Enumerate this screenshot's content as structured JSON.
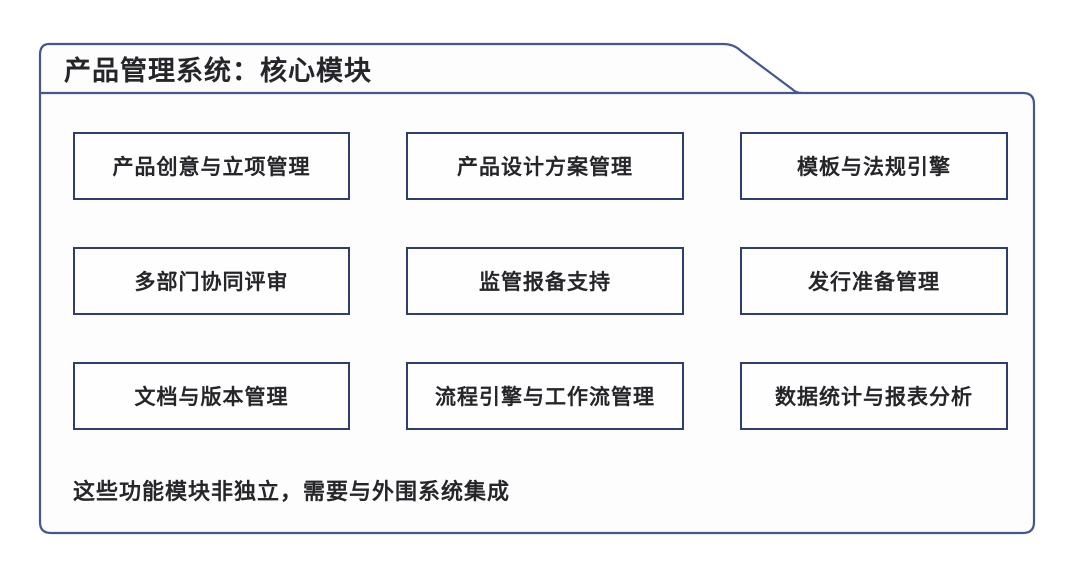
{
  "diagram": {
    "title": "产品管理系统：核心模块",
    "modules": [
      {
        "label": "产品创意与立项管理"
      },
      {
        "label": "产品设计方案管理"
      },
      {
        "label": "模板与法规引擎"
      },
      {
        "label": "多部门协同评审"
      },
      {
        "label": "监管报备支持"
      },
      {
        "label": "发行准备管理"
      },
      {
        "label": "文档与版本管理"
      },
      {
        "label": "流程引擎与工作流管理"
      },
      {
        "label": "数据统计与报表分析"
      }
    ],
    "note": "这些功能模块非独立，需要与外围系统集成",
    "colors": {
      "frame_border": "#46568e",
      "module_border": "#2f3e6e",
      "text": "#26262a",
      "background": "#ffffff"
    }
  }
}
